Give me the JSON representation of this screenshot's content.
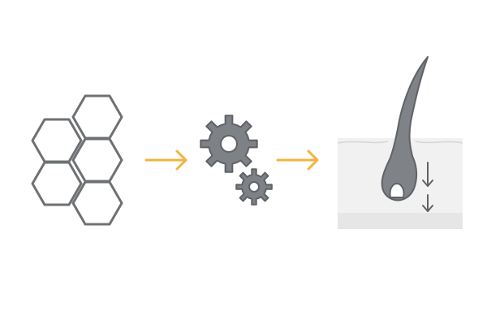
{
  "colors": {
    "background": "#ffffff",
    "outline": "#6e7174",
    "gear_fill": "#7e8185",
    "arrow": "#f2b340",
    "skin_fill": "#f1f1f1",
    "skin_edge": "#e6e6e6",
    "hair_fill": "#7f8286",
    "hair_stroke": "#5f6266",
    "bulb_fill": "#ffffff"
  },
  "steps": [
    {
      "id": "hexagon-cluster",
      "icon": "hexagon-cluster-icon"
    },
    {
      "id": "process",
      "icon": "gears-icon"
    },
    {
      "id": "hair-follicle",
      "icon": "hair-follicle-icon"
    }
  ],
  "connectors": [
    {
      "from": "hexagon-cluster",
      "to": "process",
      "icon": "right-arrow-icon"
    },
    {
      "from": "process",
      "to": "hair-follicle",
      "icon": "right-arrow-icon"
    }
  ],
  "follicle_arrows": [
    {
      "icon": "down-arrow-icon"
    },
    {
      "icon": "down-arrow-icon"
    }
  ]
}
